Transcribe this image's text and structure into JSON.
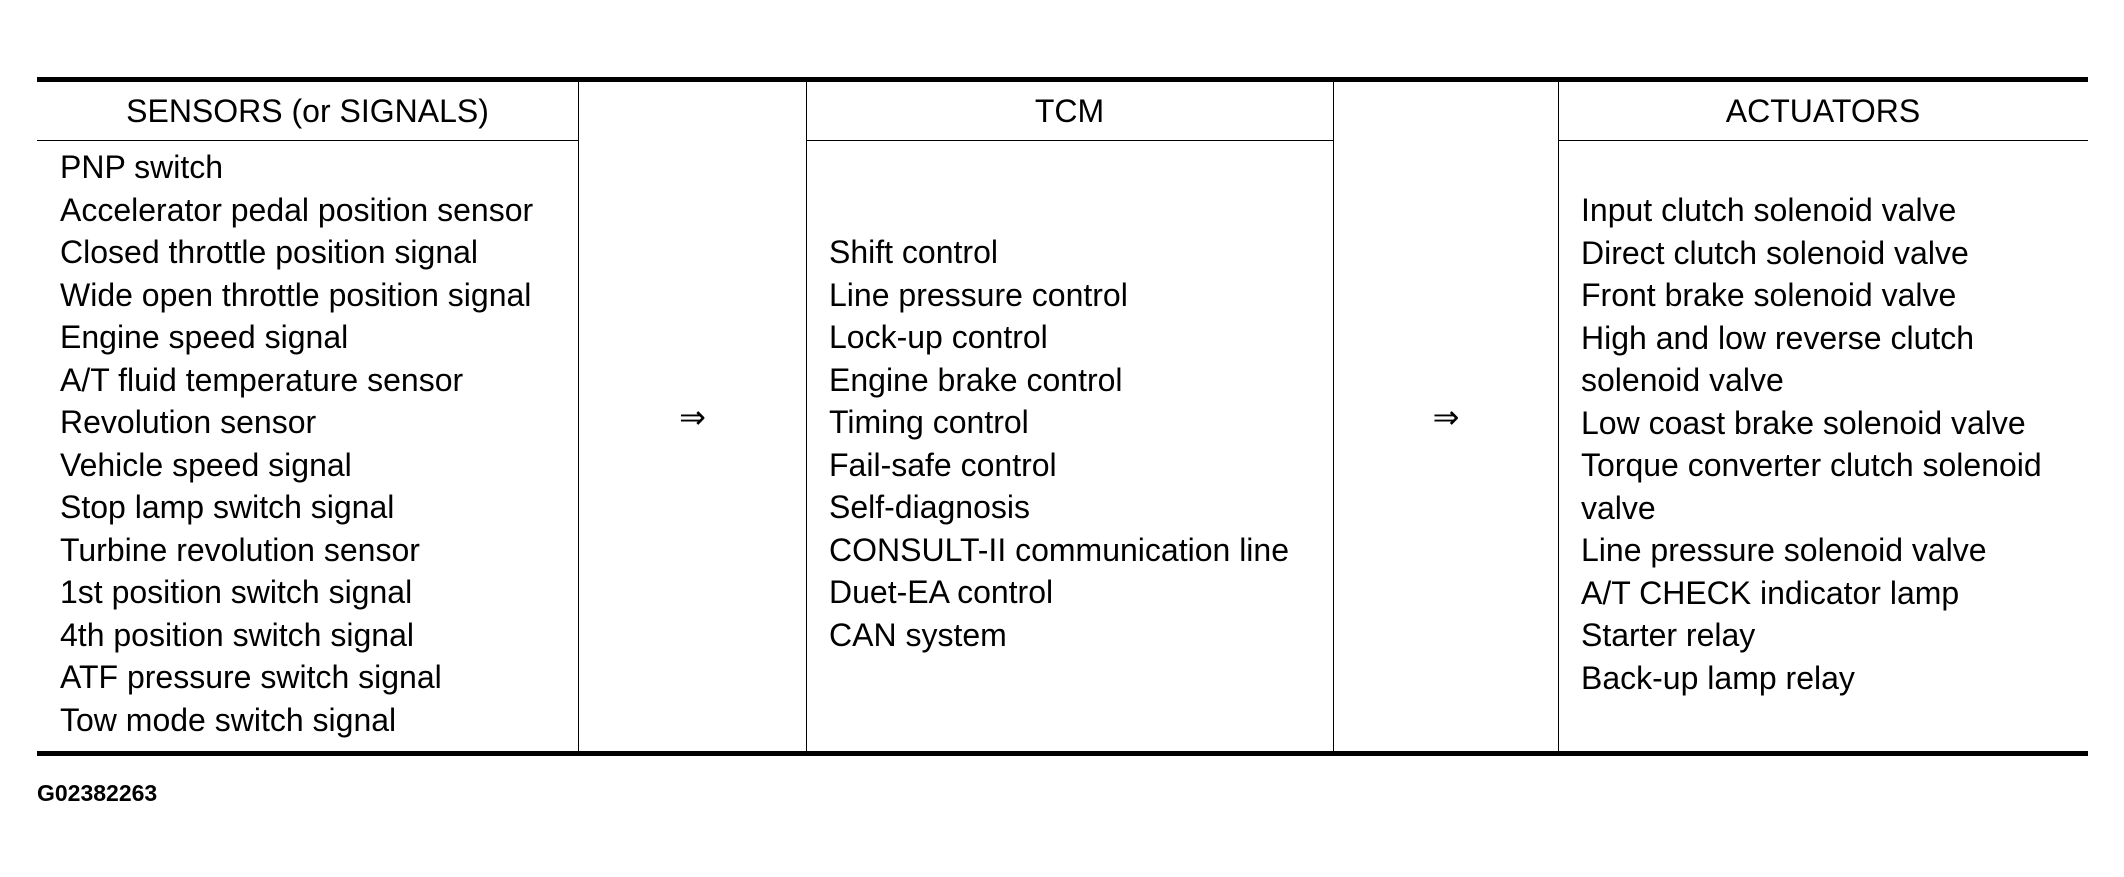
{
  "sensors": {
    "header": "SENSORS (or SIGNALS)",
    "items": [
      "PNP switch",
      "Accelerator pedal position sensor",
      "Closed throttle position signal",
      "Wide open throttle position signal",
      "Engine speed signal",
      "A/T fluid temperature sensor",
      "Revolution sensor",
      "Vehicle speed signal",
      "Stop lamp switch signal",
      "Turbine revolution sensor",
      "1st position switch signal",
      "4th position switch signal",
      "ATF pressure switch signal",
      "Tow mode switch signal"
    ]
  },
  "arrows": {
    "first": "⇒",
    "second": "⇒"
  },
  "tcm": {
    "header": "TCM",
    "items": [
      "Shift control",
      "Line pressure control",
      "Lock-up control",
      "Engine brake control",
      "Timing control",
      "Fail-safe control",
      "Self-diagnosis",
      "CONSULT-II communication line",
      "Duet-EA control",
      "CAN system"
    ]
  },
  "actuators": {
    "header": "ACTUATORS",
    "items": [
      "Input clutch solenoid valve",
      "Direct clutch solenoid valve",
      "Front brake solenoid valve",
      "High and low reverse clutch",
      "solenoid valve",
      "Low coast brake solenoid valve",
      "Torque converter clutch solenoid",
      "valve",
      "Line pressure solenoid valve",
      "A/T CHECK indicator lamp",
      "Starter relay",
      "Back-up lamp relay"
    ]
  },
  "figure_code": "G02382263"
}
